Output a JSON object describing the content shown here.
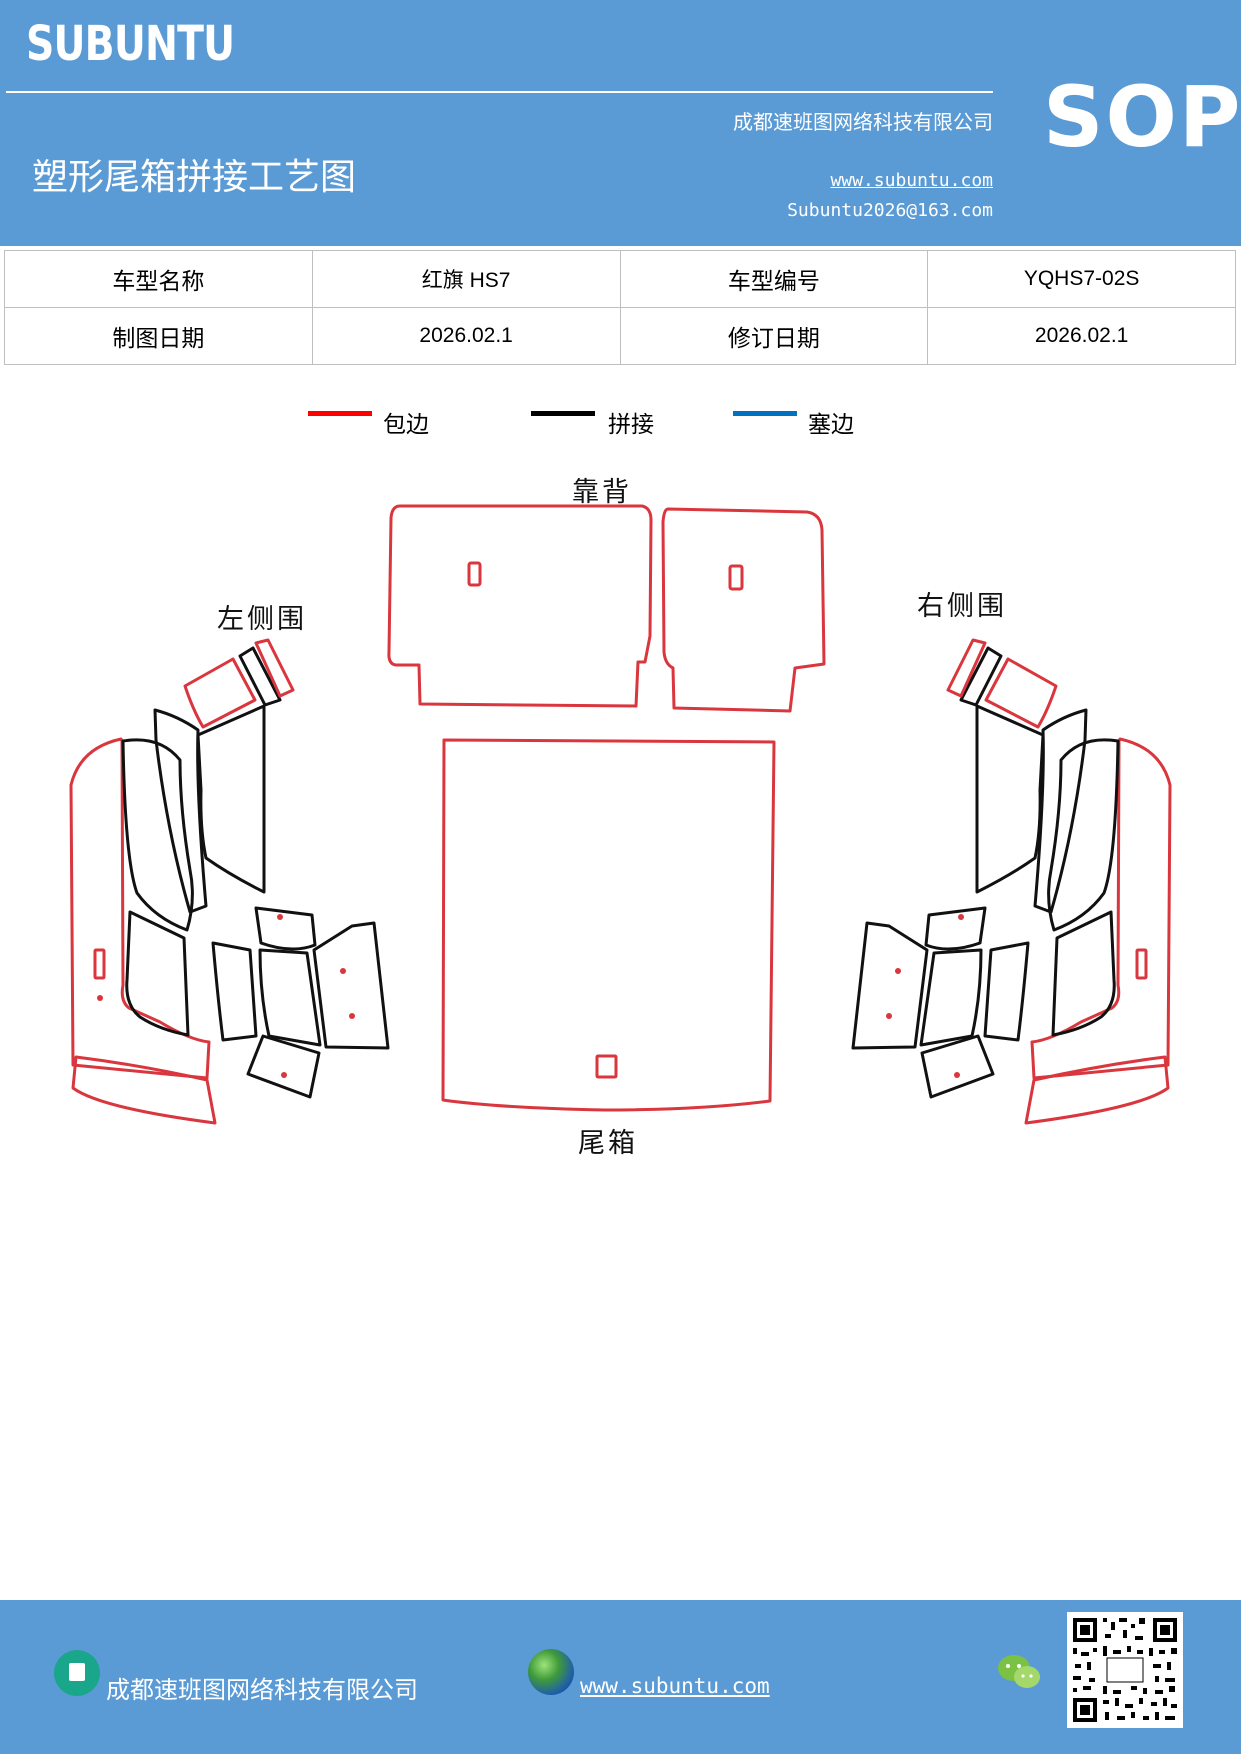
{
  "header": {
    "brand": "SUBUNTU",
    "sop": "SOP",
    "company": "成都速班图网络科技有限公司",
    "title": "塑形尾箱拼接工艺图",
    "website": "www.subuntu.com",
    "email": "Subuntu2026@163.com"
  },
  "info": {
    "row1": {
      "label1": "车型名称",
      "value1": "红旗 HS7",
      "label2": "车型编号",
      "value2": "YQHS7-02S"
    },
    "row2": {
      "label1": "制图日期",
      "value1": "2026.02.1",
      "label2": "修订日期",
      "value2": "2026.02.1"
    }
  },
  "legend": [
    {
      "label": "包边",
      "color": "#ff0000"
    },
    {
      "label": "拼接",
      "color": "#000000"
    },
    {
      "label": "塞边",
      "color": "#0070c0"
    }
  ],
  "diagram": {
    "backrest_label": "靠背",
    "left_label": "左侧围",
    "right_label": "右侧围",
    "trunk_label": "尾箱",
    "edge_color": "#d9363e",
    "seam_color": "#111111"
  },
  "footer": {
    "company": "成都速班图网络科技有限公司",
    "website": "www.subuntu.com"
  }
}
